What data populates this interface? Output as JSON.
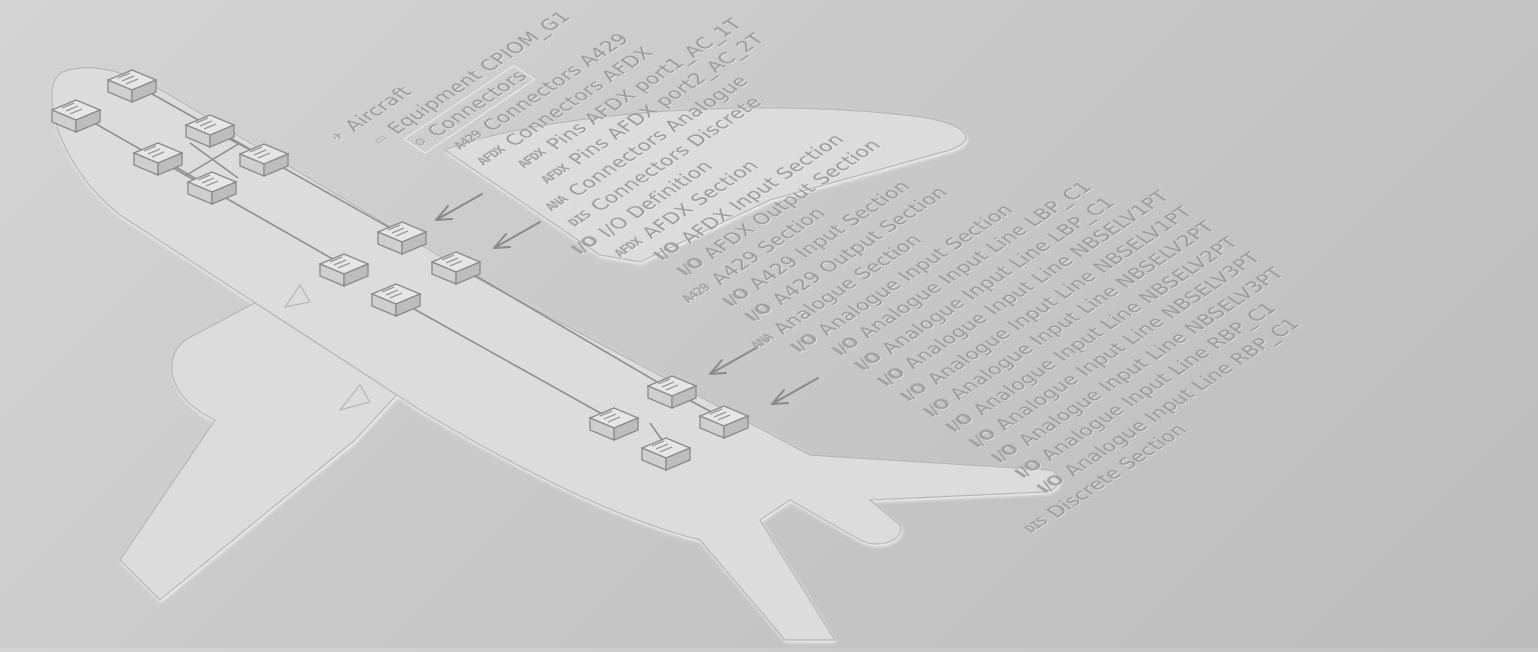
{
  "colors": {
    "background": "#c9c9c9",
    "airplane": "#dcdcdc",
    "text": "#9c9c9c",
    "lines": "#8f8f8f"
  },
  "tree": [
    {
      "label": "Aircraft",
      "icon": "airplane-icon",
      "level": 0
    },
    {
      "label": "Equipment CPIOM_G1",
      "icon": "box-icon",
      "level": 1
    },
    {
      "label": "Connectors",
      "icon": "connector-icon",
      "level": 2,
      "highlighted": true
    },
    {
      "label": "Connectors A429",
      "icon": "a429-icon",
      "level": 3
    },
    {
      "label": "Connectors AFDX",
      "icon": "afdx-icon",
      "level": 3
    },
    {
      "label": "Pins AFDX port1_AC_1T",
      "icon": "afdx-icon",
      "level": 4
    },
    {
      "label": "Pins AFDX port2_AC_2T",
      "icon": "afdx-icon",
      "level": 4
    },
    {
      "label": "Connectors Analogue",
      "icon": "ana-icon",
      "level": 3
    },
    {
      "label": "Connectors Discrete",
      "icon": "dis-icon",
      "level": 3
    },
    {
      "label": "I/O Definition",
      "icon": "io-icon",
      "level": 2
    },
    {
      "label": "AFDX Section",
      "icon": "afdx-icon",
      "level": 3
    },
    {
      "label": "AFDX Input Section",
      "icon": "io-afdx-icon",
      "level": 4
    },
    {
      "label": "AFDX Output Section",
      "icon": "io-afdx-icon",
      "level": 4
    },
    {
      "label": "A429 Section",
      "icon": "a429-icon",
      "level": 3
    },
    {
      "label": "A429 Input Section",
      "icon": "io-a429-icon",
      "level": 4
    },
    {
      "label": "A429 Output Section",
      "icon": "io-a429-icon",
      "level": 4
    },
    {
      "label": "Analogue Section",
      "icon": "ana-icon",
      "level": 3
    },
    {
      "label": "Analogue Input Section",
      "icon": "io-ana-icon",
      "level": 4
    },
    {
      "label": "Analogue Input Line LBP_C1",
      "icon": "io-ana-icon",
      "level": 5
    },
    {
      "label": "Analogue Input Line LBP_C1",
      "icon": "io-ana-icon",
      "level": 5
    },
    {
      "label": "Analogue Input Line NBSELV1PT",
      "icon": "io-ana-icon",
      "level": 5
    },
    {
      "label": "Analogue Input Line NBSELV1PT",
      "icon": "io-ana-icon",
      "level": 5
    },
    {
      "label": "Analogue Input Line NBSELV2PT",
      "icon": "io-ana-icon",
      "level": 5
    },
    {
      "label": "Analogue Input Line NBSELV2PT",
      "icon": "io-ana-icon",
      "level": 5
    },
    {
      "label": "Analogue Input Line NBSELV3PT",
      "icon": "io-ana-icon",
      "level": 5
    },
    {
      "label": "Analogue Input Line NBSELV3PT",
      "icon": "io-ana-icon",
      "level": 5
    },
    {
      "label": "Analogue Input Line RBP_C1",
      "icon": "io-ana-icon",
      "level": 5
    },
    {
      "label": "Analogue Input Line RBP_C1",
      "icon": "io-ana-icon",
      "level": 5
    },
    {
      "label": "Discrete Section",
      "icon": "dis-icon",
      "level": 3
    }
  ],
  "icon_glyphs": {
    "airplane-icon": "✈",
    "box-icon": "▭",
    "connector-icon": "⚙",
    "a429-icon": "A429",
    "afdx-icon": "AFDX",
    "ana-icon": "ANA",
    "dis-icon": "DIS",
    "io-icon": "I/O",
    "io-afdx-icon": "I/O",
    "io-a429-icon": "I/O",
    "io-ana-icon": "I/O"
  }
}
